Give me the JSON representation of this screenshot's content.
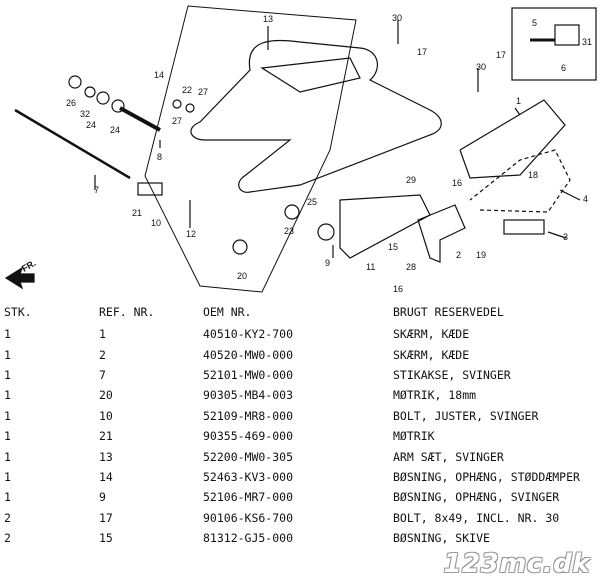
{
  "diagram": {
    "callouts": [
      "1",
      "2",
      "3",
      "4",
      "5",
      "6",
      "7",
      "8",
      "9",
      "10",
      "11",
      "12",
      "13",
      "14",
      "15",
      "16",
      "16",
      "17",
      "17",
      "18",
      "19",
      "20",
      "21",
      "22",
      "23",
      "24",
      "24",
      "25",
      "26",
      "27",
      "27",
      "28",
      "29",
      "30",
      "30",
      "31",
      "32"
    ],
    "direction_label": "FR."
  },
  "table": {
    "headers": {
      "qty": "STK.",
      "ref": "REF. NR.",
      "oem": "OEM NR.",
      "name": "BRUGT RESERVEDEL"
    },
    "rows": [
      {
        "qty": "1",
        "ref": "1",
        "oem": "40510-KY2-700",
        "name": "SKÆRM, KÆDE"
      },
      {
        "qty": "1",
        "ref": "2",
        "oem": "40520-MW0-000",
        "name": "SKÆRM, KÆDE"
      },
      {
        "qty": "1",
        "ref": "7",
        "oem": "52101-MW0-000",
        "name": "STIKAKSE, SVINGER"
      },
      {
        "qty": "1",
        "ref": "20",
        "oem": "90305-MB4-003",
        "name": "MØTRIK, 18mm"
      },
      {
        "qty": "1",
        "ref": "10",
        "oem": "52109-MR8-000",
        "name": "BOLT, JUSTER, SVINGER"
      },
      {
        "qty": "1",
        "ref": "21",
        "oem": "90355-469-000",
        "name": "MØTRIK"
      },
      {
        "qty": "1",
        "ref": "13",
        "oem": "52200-MW0-305",
        "name": "ARM SÆT, SVINGER"
      },
      {
        "qty": "1",
        "ref": "14",
        "oem": "52463-KV3-000",
        "name": "BØSNING, OPHÆNG, STØDDÆMPER"
      },
      {
        "qty": "1",
        "ref": "9",
        "oem": "52106-MR7-000",
        "name": "BØSNING, OPHÆNG, SVINGER"
      },
      {
        "qty": "2",
        "ref": "17",
        "oem": "90106-KS6-700",
        "name": "BOLT, 8x49, INCL. NR. 30"
      },
      {
        "qty": "2",
        "ref": "15",
        "oem": "81312-GJ5-000",
        "name": "BØSNING, SKIVE"
      }
    ]
  },
  "watermark": "123mc.dk"
}
